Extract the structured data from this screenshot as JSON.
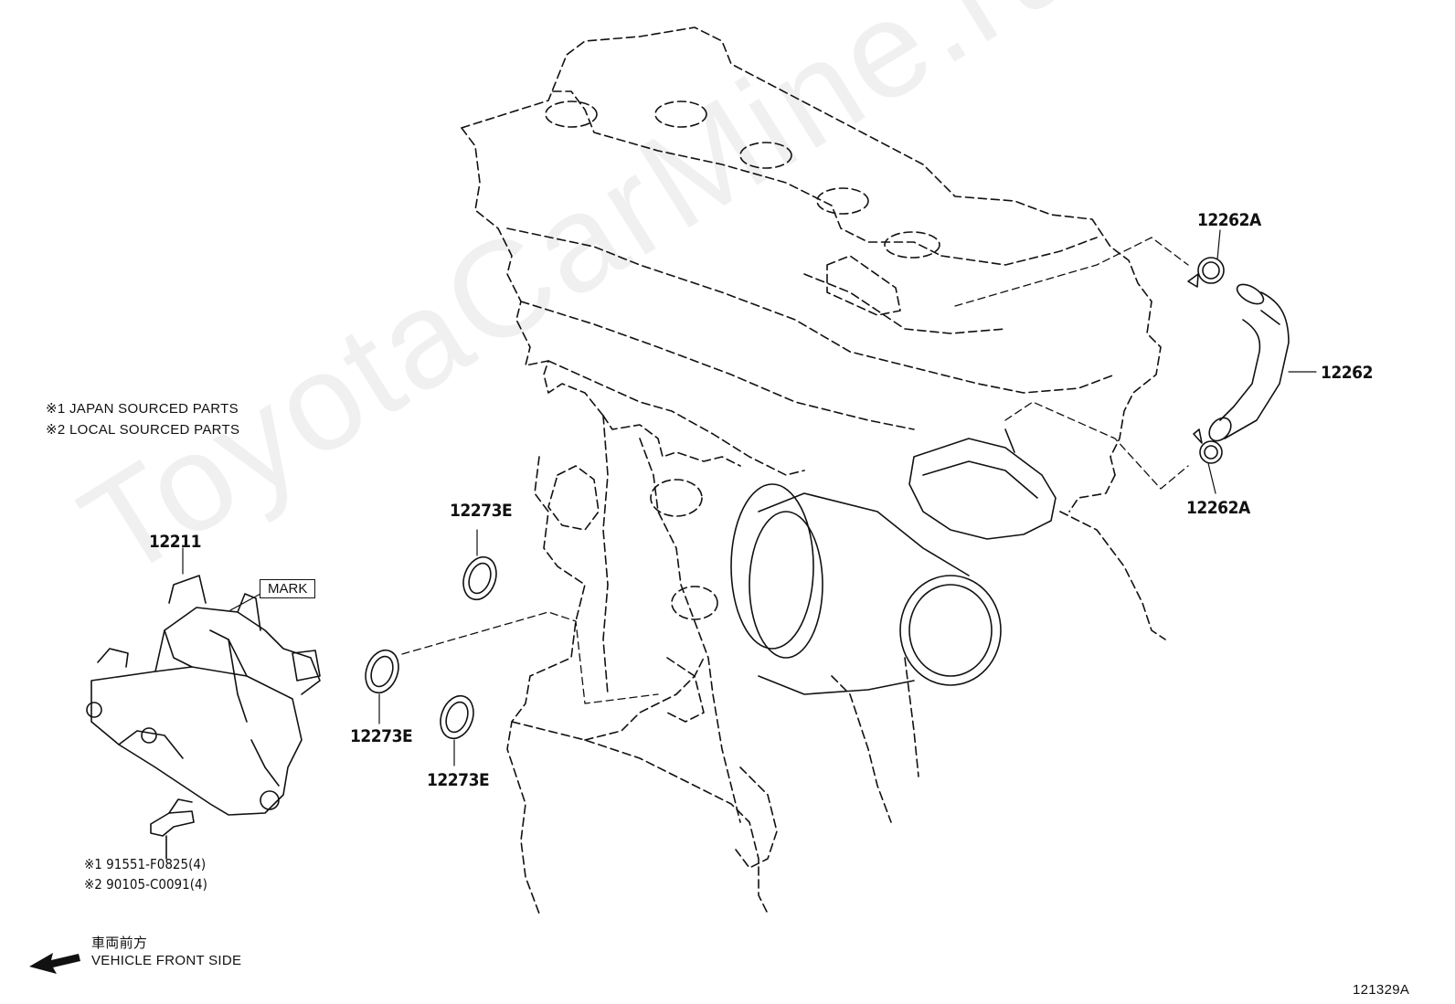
{
  "labels": {
    "hose_clamp_top": "12262A",
    "hose": "12262",
    "hose_clamp_bottom": "12262A",
    "gasket_upper": "12273E",
    "gasket_mid": "12273E",
    "gasket_lower": "12273E",
    "separator": "12211",
    "mark": "MARK"
  },
  "notes": {
    "note1": "※1 JAPAN SOURCED PARTS",
    "note2": "※2 LOCAL SOURCED PARTS"
  },
  "bolt_codes": {
    "code1": "※1 91551-F0825(4)",
    "code2": "※2 90105-C0091(4)"
  },
  "direction": {
    "japanese": "車両前方",
    "english": "VEHICLE FRONT SIDE"
  },
  "figure_id": "121329A",
  "watermark": "ToyotaCarMine.ru"
}
